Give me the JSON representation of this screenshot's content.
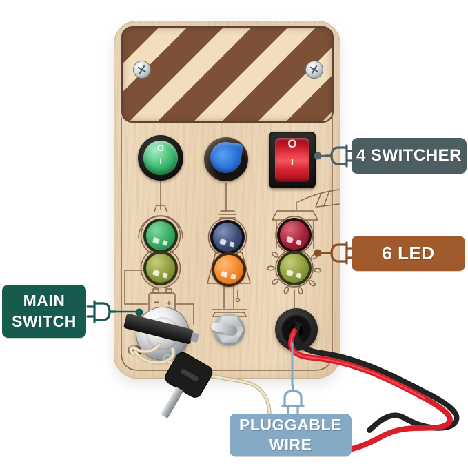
{
  "image": {
    "alt": "Wooden busy board toy photo with annotated callouts"
  },
  "callouts": {
    "switcher": {
      "label": "4 SWITCHER",
      "bg": "#4d5d64",
      "icon": "plug-icon"
    },
    "led": {
      "label": "6 LED",
      "bg": "#a15a2b",
      "icon": "plug-icon"
    },
    "main_switch": {
      "line1": "MAIN",
      "line2": "SWITCH",
      "bg": "#175a4f",
      "icon": "plug-icon"
    },
    "pluggable_wire": {
      "line1": "PLUGGABLE",
      "line2": "WIRE",
      "bg": "#84aac6",
      "icon": "plug-icon"
    }
  },
  "board": {
    "switch_marks": {
      "off": "O",
      "on": "I"
    },
    "battery": {
      "minus": "−",
      "plus": "+"
    },
    "colors": {
      "wood": "#ecd7b8",
      "stripe_brown": "#7c5138",
      "stripe_tan": "#f2ddbd",
      "rocker_green": "#2fae67",
      "knob_blue": "#2e7de0",
      "rocker_red": "#d81f2e",
      "led_green": "#35a95f",
      "led_navy": "#3c4a70",
      "led_red": "#a32138",
      "led_olive": "#8c9a3c",
      "led_orange": "#f08627",
      "wire_red": "#d81f2a",
      "wire_black": "#222222",
      "string_cream": "#eadfc6",
      "engraving": "#7d5a3e"
    }
  }
}
